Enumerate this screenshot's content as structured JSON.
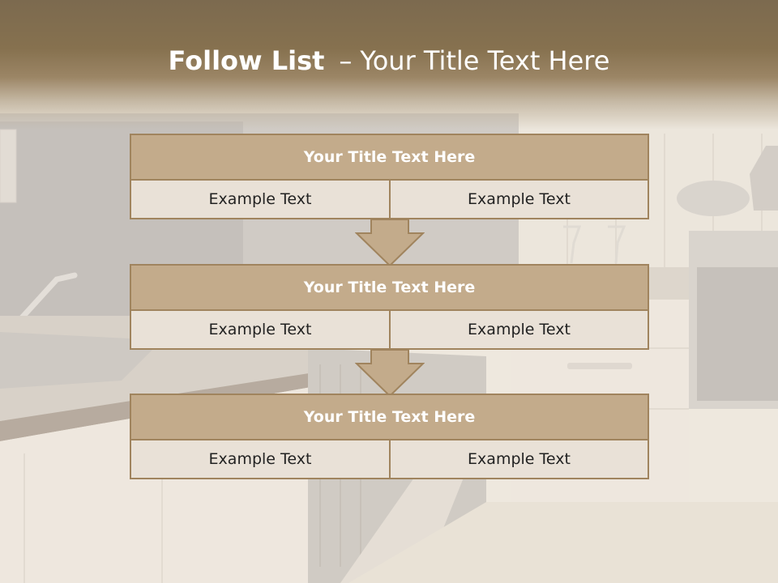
{
  "title": {
    "bold": "Follow List",
    "separator": "–",
    "rest": "Your Title Text Here"
  },
  "items": [
    {
      "title": "Your Title Text Here",
      "left": "Example Text",
      "right": "Example Text"
    },
    {
      "title": "Your Title Text Here",
      "left": "Example Text",
      "right": "Example Text"
    },
    {
      "title": "Your Title Text Here",
      "left": "Example Text",
      "right": "Example Text"
    }
  ],
  "colors": {
    "header": "#86714f",
    "box_title": "#c3ab8b",
    "box_cell": "#e9e1d7",
    "border": "#a0845e"
  }
}
